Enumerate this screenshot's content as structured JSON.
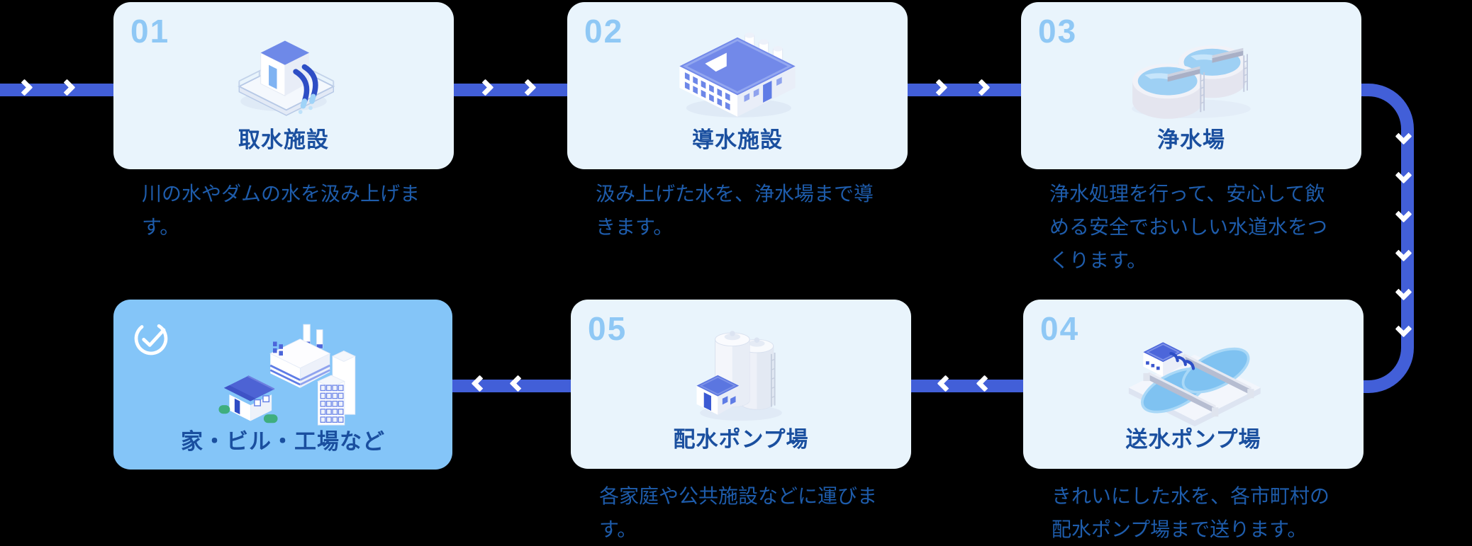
{
  "diagram": {
    "background_color": "#000000",
    "connector_color": "#425fd8",
    "chevron_color": "#ffffff",
    "card_bg_color": "#e9f4fc",
    "final_card_bg_color": "#84c5f8",
    "number_color": "#8fc8f5",
    "title_color": "#1a4f9f",
    "description_color": "#1e5cab",
    "flow": "intake → conveyance → purification → transmission → distribution → consumers"
  },
  "steps": [
    {
      "number": "01",
      "title": "取水施設",
      "description": "川の水やダムの水を汲み上げます。",
      "icon": "intake-facility"
    },
    {
      "number": "02",
      "title": "導水施設",
      "description": "汲み上げた水を、浄水場まで導きます。",
      "icon": "conveyance-facility"
    },
    {
      "number": "03",
      "title": "浄水場",
      "description": "浄水処理を行って、安心して飲める安全でおいしい水道水をつくります。",
      "icon": "purification-plant"
    },
    {
      "number": "04",
      "title": "送水ポンプ場",
      "description": "きれいにした水を、各市町村の配水ポンプ場まで送ります。",
      "icon": "transmission-pump-station"
    },
    {
      "number": "05",
      "title": "配水ポンプ場",
      "description": "各家庭や公共施設などに運びます。",
      "icon": "distribution-pump-station"
    },
    {
      "title": "家・ビル・工場など",
      "icon": "homes-buildings-factories",
      "badge": "check-circle"
    }
  ]
}
